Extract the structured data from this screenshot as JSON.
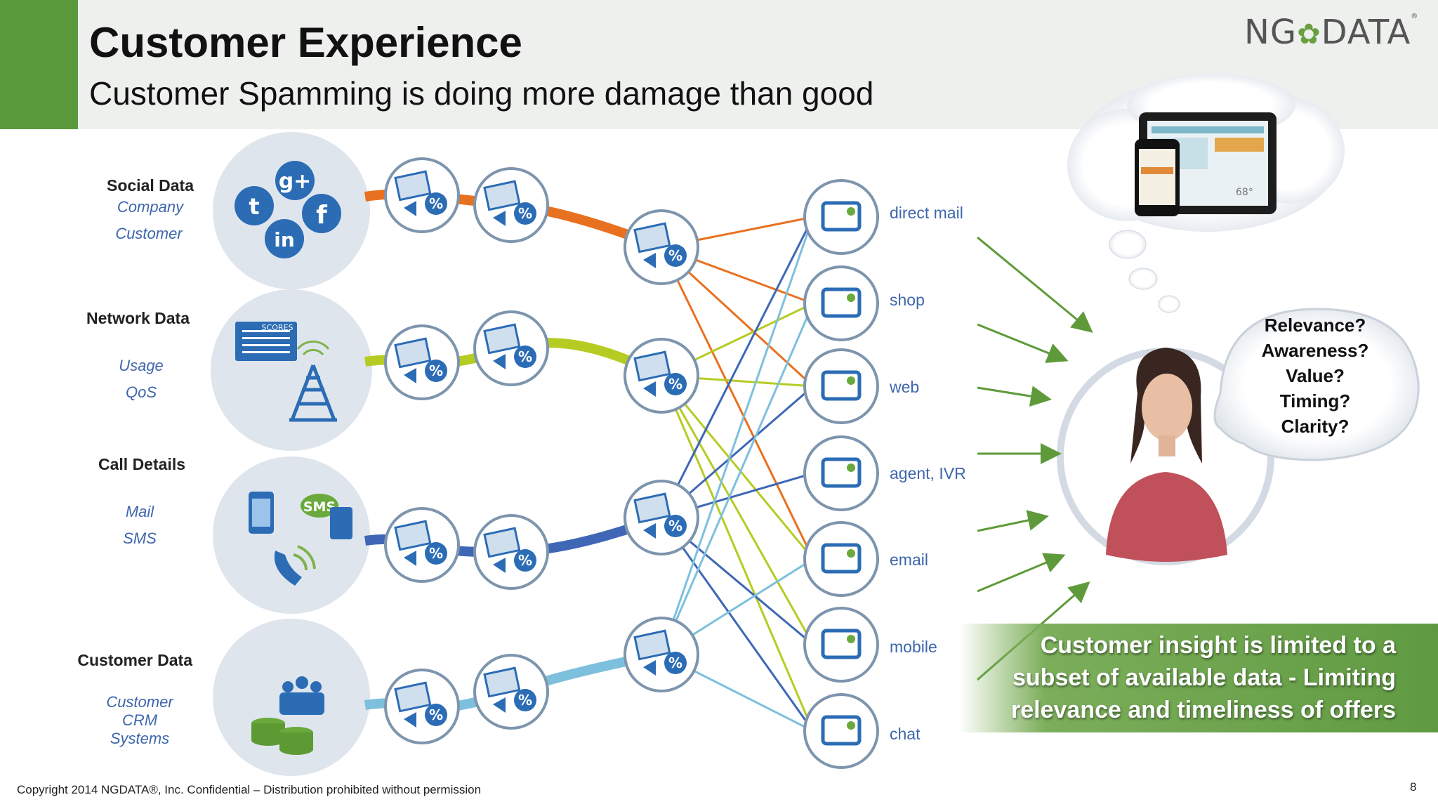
{
  "header": {
    "title": "Customer Experience",
    "subtitle": "Customer Spamming is doing more damage than good",
    "logo_left": "NG",
    "logo_right": "DATA",
    "logo_mark": "®"
  },
  "sources": [
    {
      "heading": "Social Data",
      "items": [
        "Company",
        "Customer"
      ],
      "icon": "social-icons",
      "color": "#e8711f"
    },
    {
      "heading": "Network Data",
      "items": [
        "Usage",
        "QoS"
      ],
      "icon": "tower-icon",
      "color": "#b6cc22"
    },
    {
      "heading": "Call Details",
      "items": [
        "Mail",
        "SMS"
      ],
      "icon": "phone-sms-icon",
      "color": "#3f67b6"
    },
    {
      "heading": "Customer Data",
      "items": [
        "Customer",
        "CRM",
        "Systems"
      ],
      "icon": "database-people-icon",
      "color": "#7dc0dd"
    }
  ],
  "offer_badge": {
    "text": "%"
  },
  "channels": [
    "direct mail",
    "shop",
    "web",
    "agent, IVR",
    "email",
    "mobile",
    "chat"
  ],
  "sms_label": "SMS",
  "scores_label": "SCORES",
  "tablet_temp": "68°",
  "speech_bubble": [
    "Relevance?",
    "Awareness?",
    "Value?",
    "Timing?",
    "Clarity?"
  ],
  "insight": "Customer insight is limited to a subset of available data - Limiting relevance and timeliness of offers",
  "footer": "Copyright 2014 NGDATA®, Inc.  Confidential – Distribution prohibited without permission",
  "page_number": "8",
  "colors": {
    "accent_green": "#5a9a3c",
    "label_blue": "#3e66ad",
    "circle_fill": "#dfe5ed",
    "icon_blue": "#2b6cb5"
  }
}
